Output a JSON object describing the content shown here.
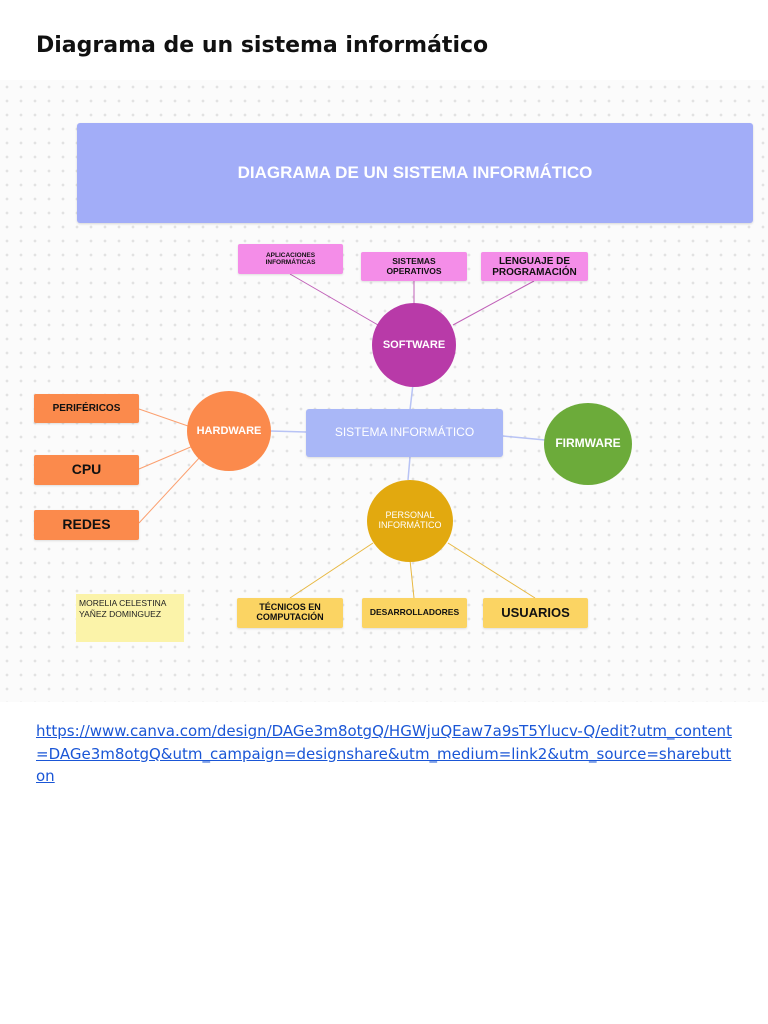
{
  "page": {
    "title": "Diagrama de un sistema informático",
    "link": "https://www.canva.com/design/DAGe3m8otgQ/HGWjuQEaw7a9sT5Ylucv-Q/edit?utm_content=DAGe3m8otgQ&utm_campaign=designshare&utm_medium=link2&utm_source=sharebutton"
  },
  "diagram": {
    "banner": "DIAGRAMA DE UN SISTEMA INFORMÁTICO",
    "center": "SISTEMA INFORMÁTICO",
    "software": {
      "label": "SOFTWARE",
      "children": [
        "APLICACIONES INFORMÁTICAS",
        "SISTEMAS OPERATIVOS",
        "LENGUAJE DE PROGRAMACIÓN"
      ]
    },
    "hardware": {
      "label": "HARDWARE",
      "children": [
        "PERIFÉRICOS",
        "CPU",
        "REDES"
      ]
    },
    "firmware": {
      "label": "FIRMWARE"
    },
    "personal": {
      "label": "PERSONAL INFORMÁTICO",
      "children": [
        "TÉCNICOS EN COMPUTACIÓN",
        "DESARROLLADORES",
        "USUARIOS"
      ]
    },
    "author": "MORELIA CELESTINA YAÑEZ DOMINGUEZ"
  },
  "colors": {
    "banner": "#a2adf8",
    "center": "#a9b7f7",
    "software": "#b83aa8",
    "hardware": "#fb8a4c",
    "firmware": "#6cab3a",
    "personal": "#e2a90f",
    "pink_box": "#f48de8",
    "orange_box": "#fb8a4c",
    "yellow_box": "#fbd463",
    "sticky": "#fbf3a9"
  }
}
